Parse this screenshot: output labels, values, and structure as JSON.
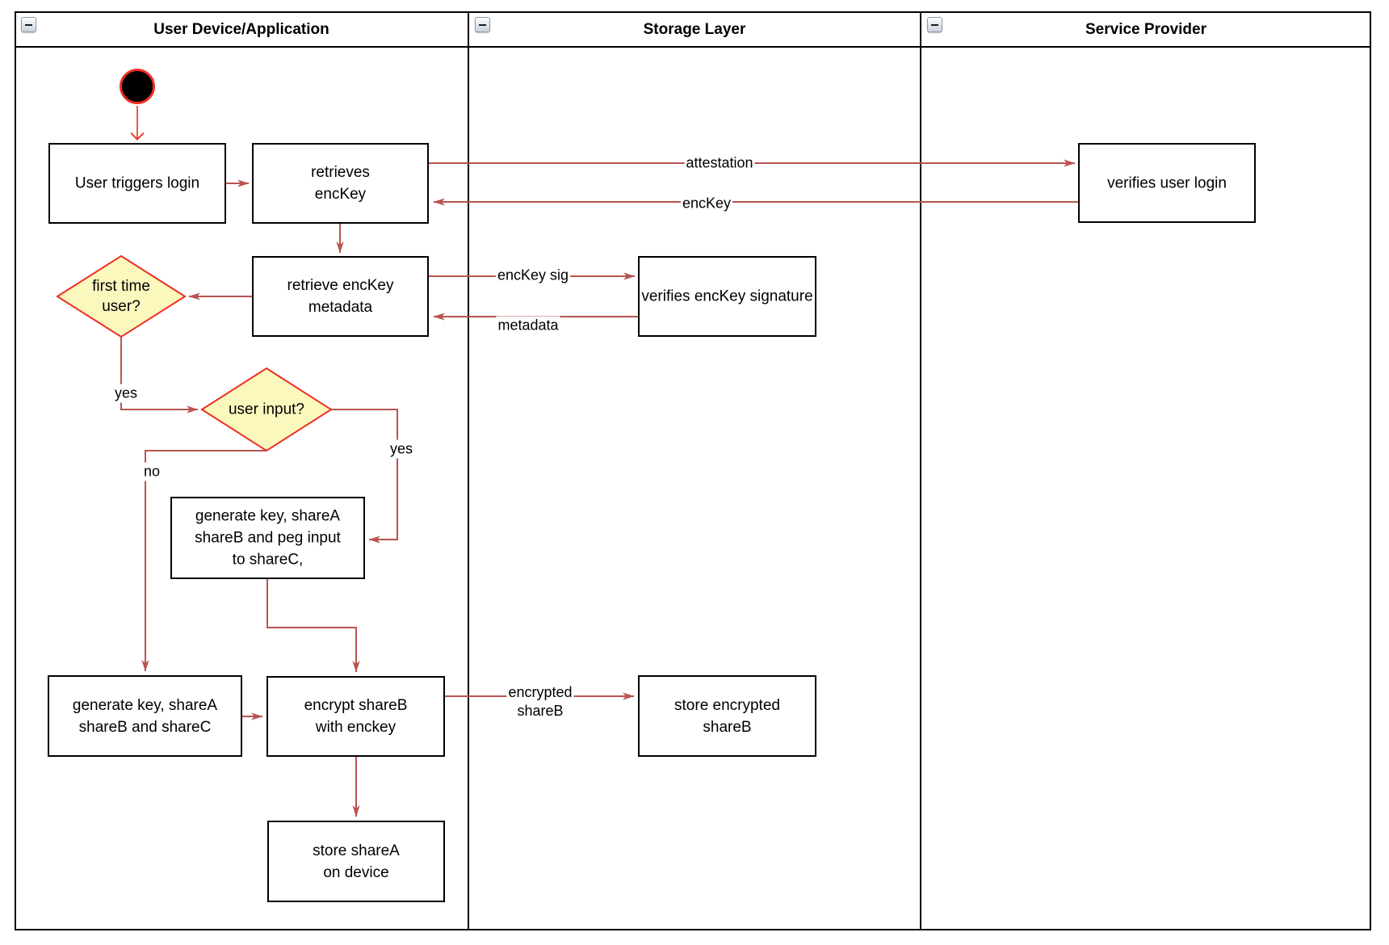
{
  "lanes": [
    {
      "title": "User Device/Application"
    },
    {
      "title": "Storage Layer"
    },
    {
      "title": "Service Provider"
    }
  ],
  "nodes": {
    "user_triggers_login": {
      "label": "User triggers login"
    },
    "retrieves_enckey": {
      "label": "retrieves\nencKey"
    },
    "verifies_user_login": {
      "label": "verifies user login"
    },
    "retrieve_enckey_metadata": {
      "label": "retrieve encKey\nmetadata"
    },
    "verifies_enckey_signature": {
      "label": "verifies encKey signature"
    },
    "first_time_user": {
      "label": "first time\nuser?"
    },
    "user_input": {
      "label": "user input?"
    },
    "generate_key_peg": {
      "label": "generate key, shareA\nshareB and peg input\nto shareC,"
    },
    "generate_key_abc": {
      "label": "generate key, shareA\nshareB and shareC"
    },
    "encrypt_shareb": {
      "label": "encrypt shareB\nwith enckey"
    },
    "store_encrypted_shareb": {
      "label": "store encrypted\nshareB"
    },
    "store_sharea": {
      "label": "store shareA\non device"
    }
  },
  "edges": {
    "attestation": {
      "label": "attestation"
    },
    "enckey_return": {
      "label": "encKey"
    },
    "enckey_sig": {
      "label": "encKey sig"
    },
    "metadata_return": {
      "label": "metadata"
    },
    "first_time_yes": {
      "label": "yes"
    },
    "user_input_no": {
      "label": "no"
    },
    "user_input_yes": {
      "label": "yes"
    },
    "encrypted_shareb": {
      "label": "encrypted\nshareB"
    }
  },
  "colors": {
    "flow_arrow": "#B85450",
    "start_red": "#EE2E23",
    "decision_fill": "#FBF8BE",
    "decision_border": "#EE2E23",
    "node_border": "#000000",
    "node_fill": "#FFFFFF",
    "lane_border": "#000000"
  }
}
